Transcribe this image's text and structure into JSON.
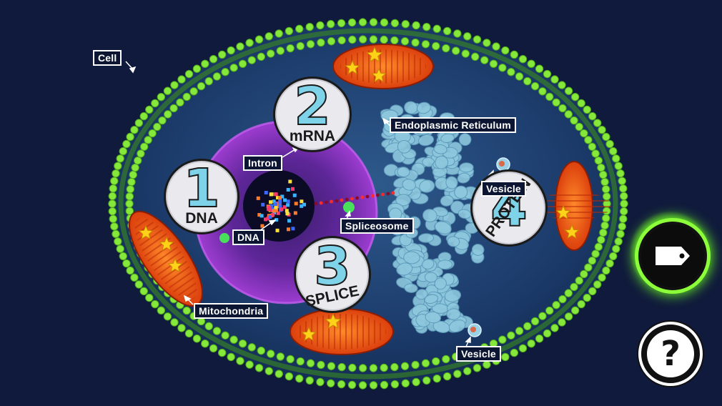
{
  "labels": {
    "cell": "Cell",
    "endoplasmic_reticulum": "Endoplasmic Reticulum",
    "intron": "Intron",
    "vesicle_top": "Vesicle",
    "vesicle_bottom": "Vesicle",
    "dna": "DNA",
    "spliceosome": "Spliceosome",
    "mitochondria": "Mitochondria"
  },
  "stages": [
    {
      "num": "1",
      "word": "DNA"
    },
    {
      "num": "2",
      "word": "mRNA"
    },
    {
      "num": "3",
      "word": "SPLICE"
    },
    {
      "num": "4",
      "word": "PROTEIN"
    }
  ],
  "buttons": {
    "help": "?"
  },
  "colors": {
    "background": "#101a3c",
    "membrane": "#7ee02e",
    "nucleus": "#8a2fc0",
    "mitochondria": "#f05a10",
    "reticulum": "#8ec8de",
    "tag_button_glow": "#7cff2a"
  },
  "icons": {
    "tag": "tag-icon",
    "help": "question-icon",
    "star": "star-icon"
  }
}
